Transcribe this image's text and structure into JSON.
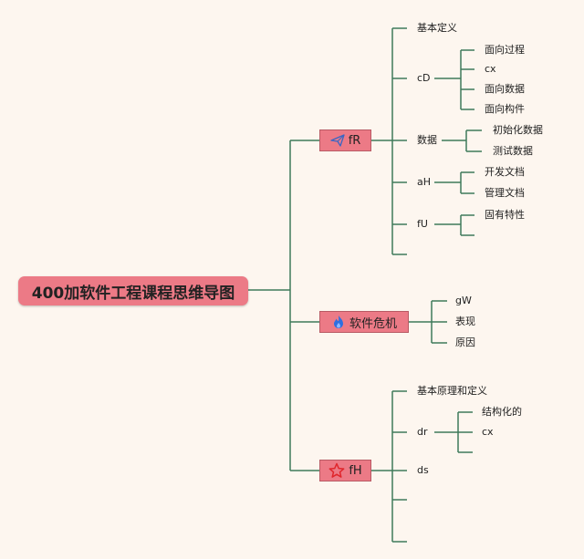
{
  "title": "400加软件工程课程思维导图",
  "branches": [
    {
      "label": "fR",
      "icon": "paper-plane-icon",
      "children": [
        {
          "label": "基本定义"
        },
        {
          "label": "cD",
          "children": [
            "面向过程",
            "cx",
            "面向数据",
            "面向构件"
          ]
        },
        {
          "label": "数据",
          "children": [
            "初始化数据",
            "测试数据"
          ]
        },
        {
          "label": "aH",
          "children": [
            "开发文档",
            "管理文档"
          ]
        },
        {
          "label": "fU",
          "children": [
            "固有特性",
            ""
          ]
        },
        {
          "label": ""
        }
      ]
    },
    {
      "label": "软件危机",
      "icon": "flame-icon",
      "children": [
        {
          "label": "gW"
        },
        {
          "label": "表现"
        },
        {
          "label": "原因"
        }
      ]
    },
    {
      "label": "fH",
      "icon": "star-icon",
      "children": [
        {
          "label": "基本原理和定义"
        },
        {
          "label": "dr",
          "children": [
            "结构化的",
            "cx"
          ]
        },
        {
          "label": "ds"
        },
        {
          "label": ""
        },
        {
          "label": ""
        }
      ]
    }
  ],
  "colors": {
    "background": "#fdf6ef",
    "node": "#ec7a86",
    "line": "#3f7a5a"
  }
}
